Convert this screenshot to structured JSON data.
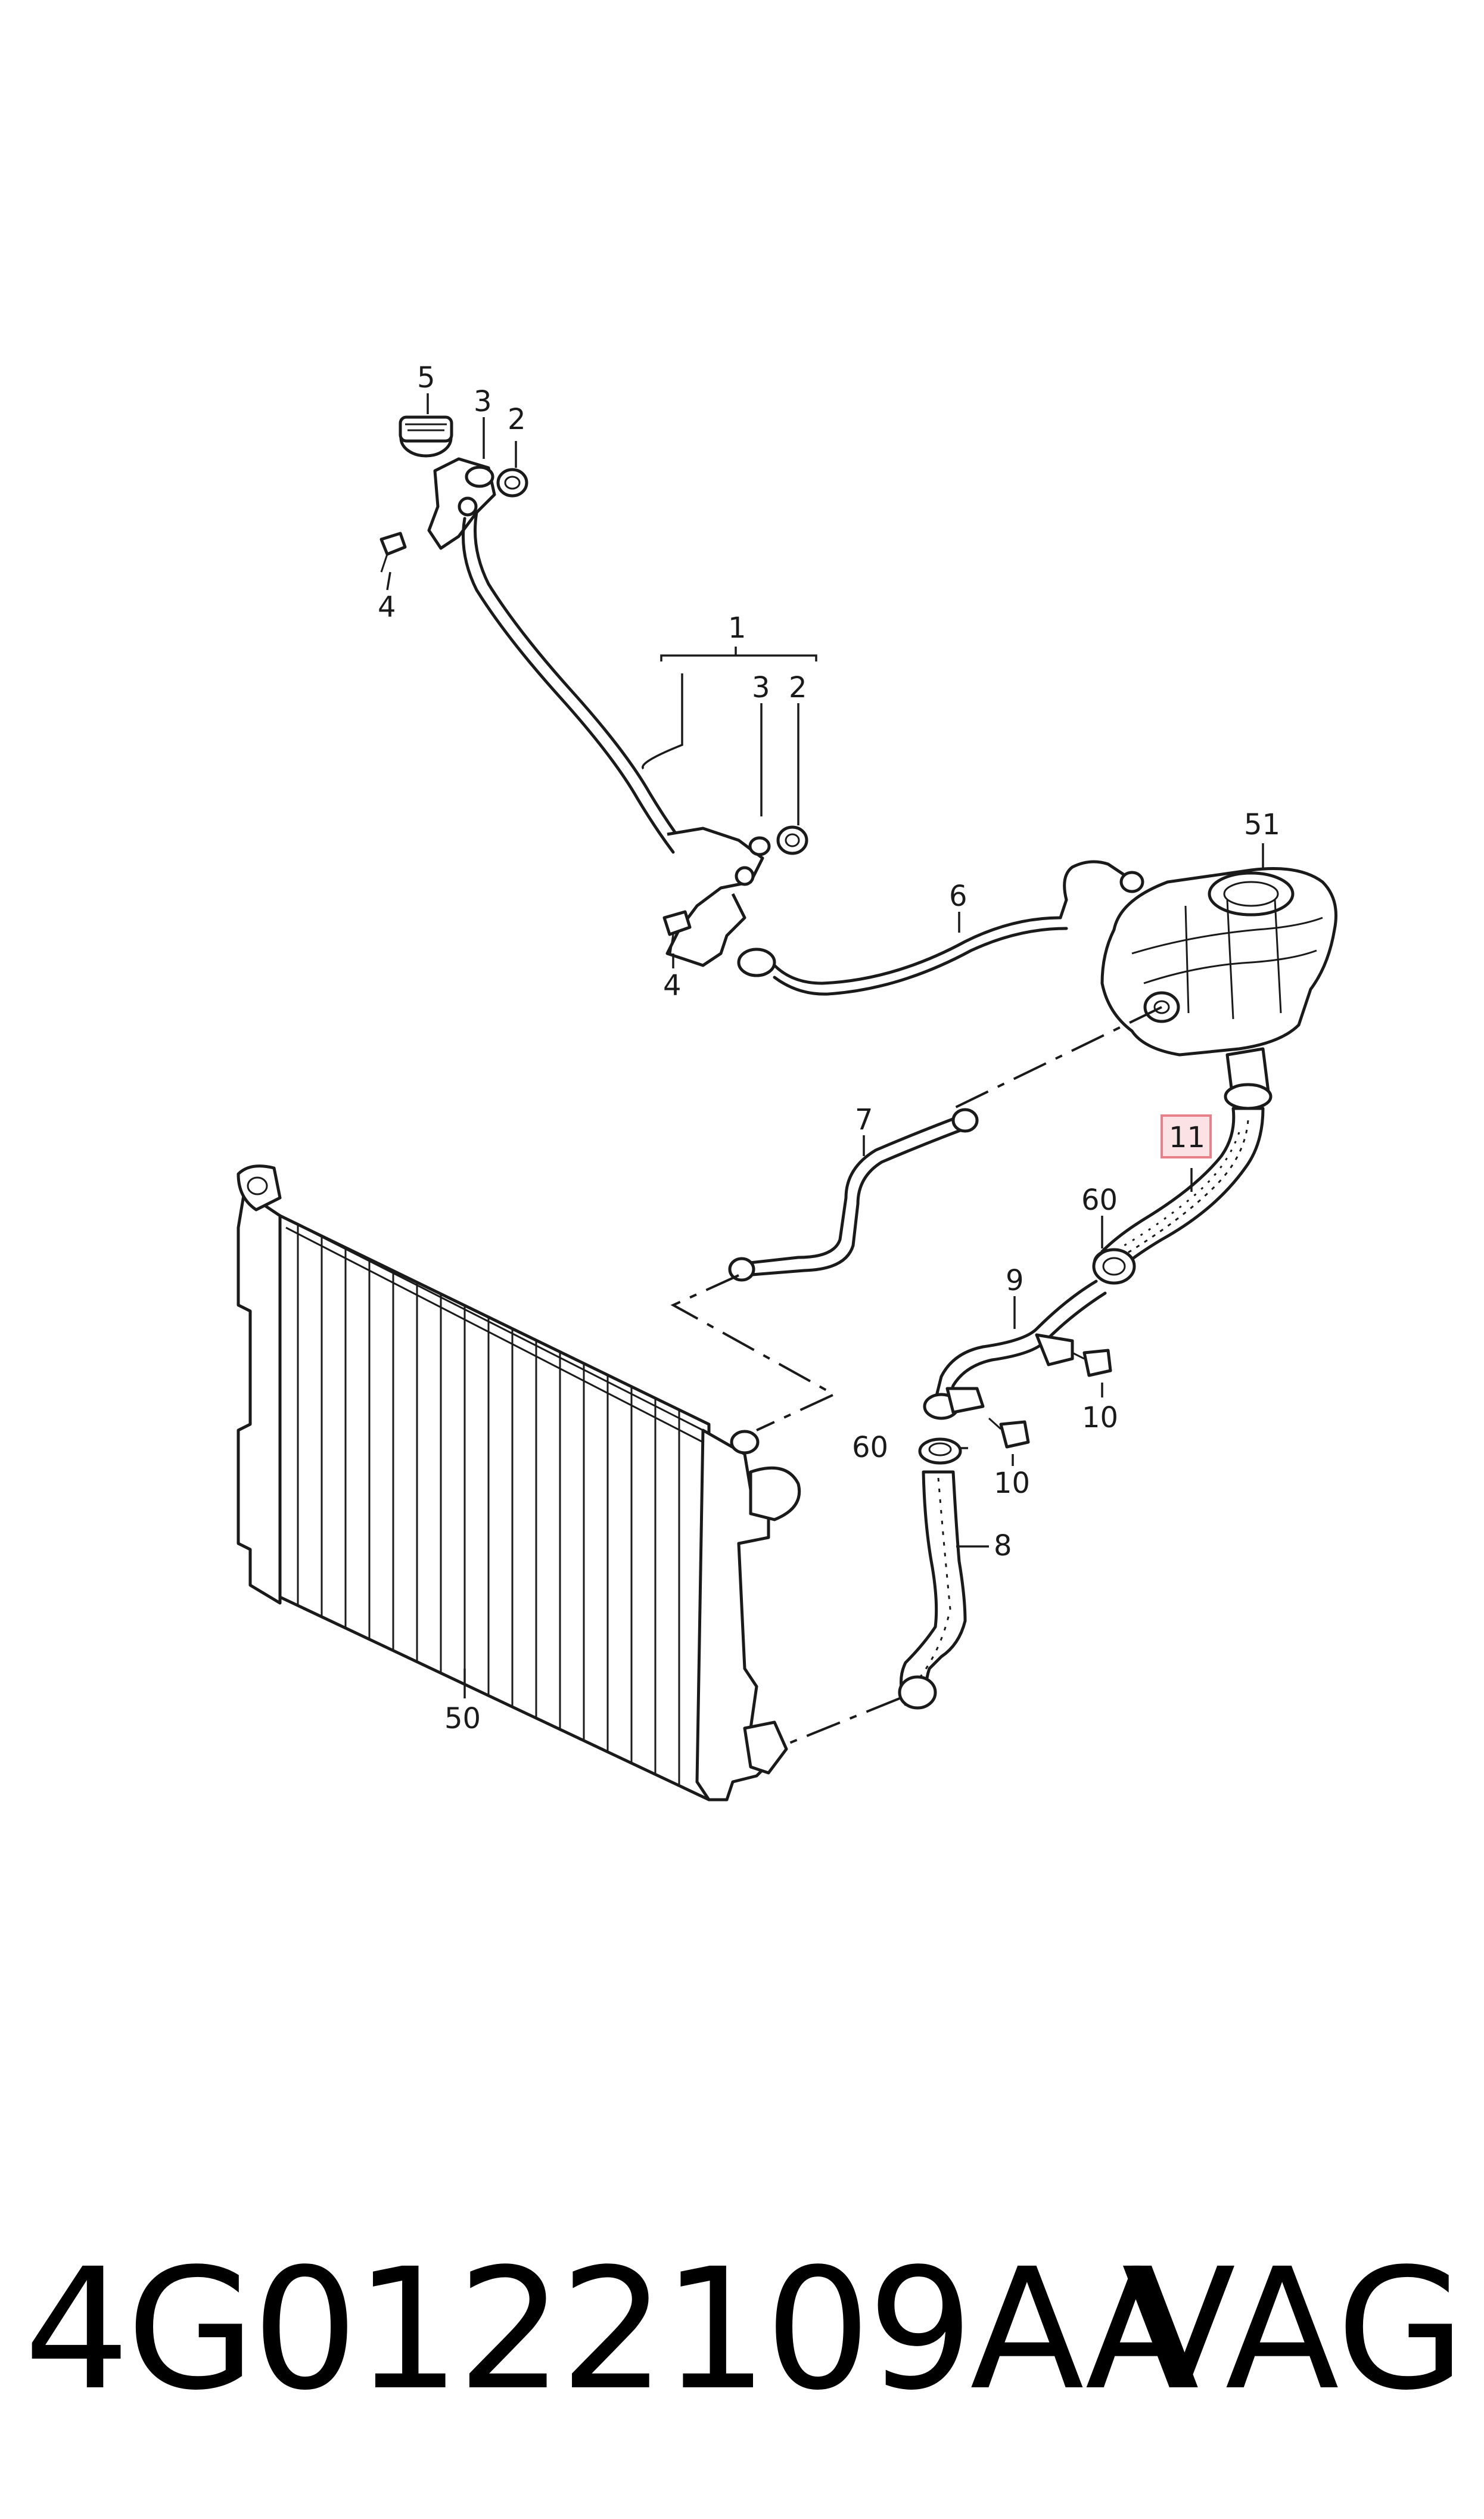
{
  "callouts": {
    "c5": "5",
    "c3_top": "3",
    "c2_top": "2",
    "c4_top": "4",
    "c1": "1",
    "c3_mid": "3",
    "c2_mid": "2",
    "c4_mid": "4",
    "c6": "6",
    "c51": "51",
    "c11": "11",
    "c7": "7",
    "c60_right": "60",
    "c9": "9",
    "c10_right": "10",
    "c60_left": "60",
    "c10_left": "10",
    "c8": "8",
    "c50": "50"
  },
  "highlight_color": "#e8808a",
  "footer": {
    "part_number": "4G0122109AA",
    "brand": "VAG"
  }
}
